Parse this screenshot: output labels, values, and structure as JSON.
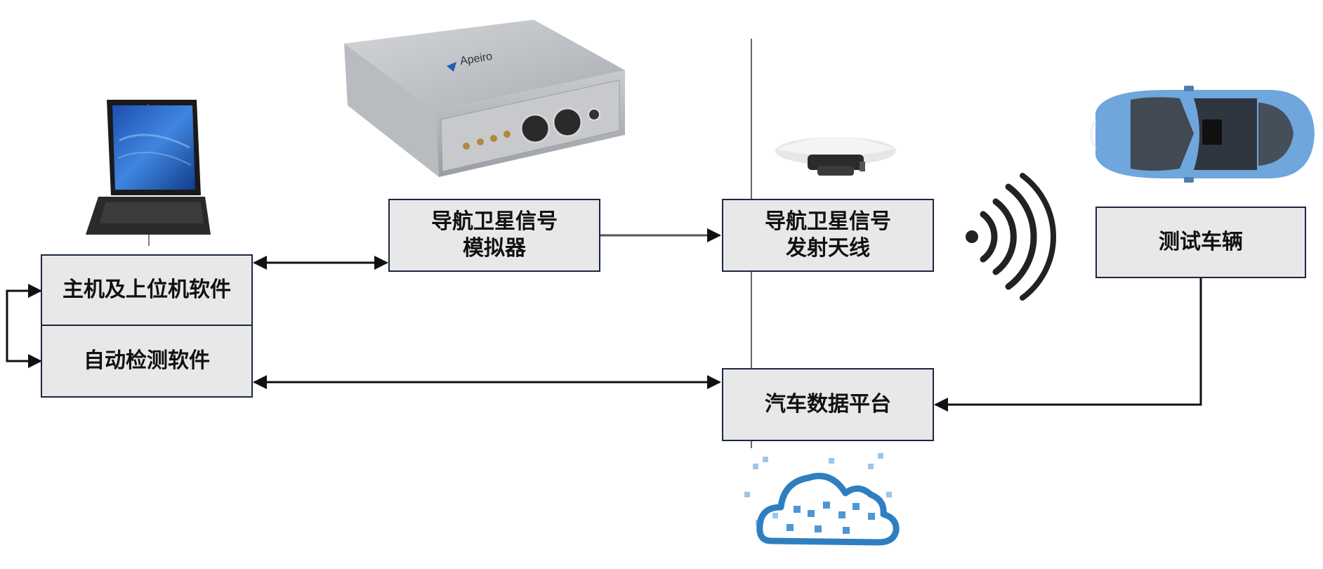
{
  "diagram": {
    "host_software": "主机及上位机软件",
    "auto_test_software": "自动检测软件",
    "simulator": {
      "line1": "导航卫星信号",
      "line2": "模拟器"
    },
    "antenna": {
      "line1": "导航卫星信号",
      "line2": "发射天线"
    },
    "test_vehicle": "测试车辆",
    "data_platform": "汽车数据平台"
  },
  "simulator_brand": "Apeiro",
  "colors": {
    "box_fill": "#e8e8e8",
    "box_border": "#1a2740",
    "arrow": "#111111",
    "car_body": "#6fa6dc",
    "cloud": "#2f7fc0"
  }
}
